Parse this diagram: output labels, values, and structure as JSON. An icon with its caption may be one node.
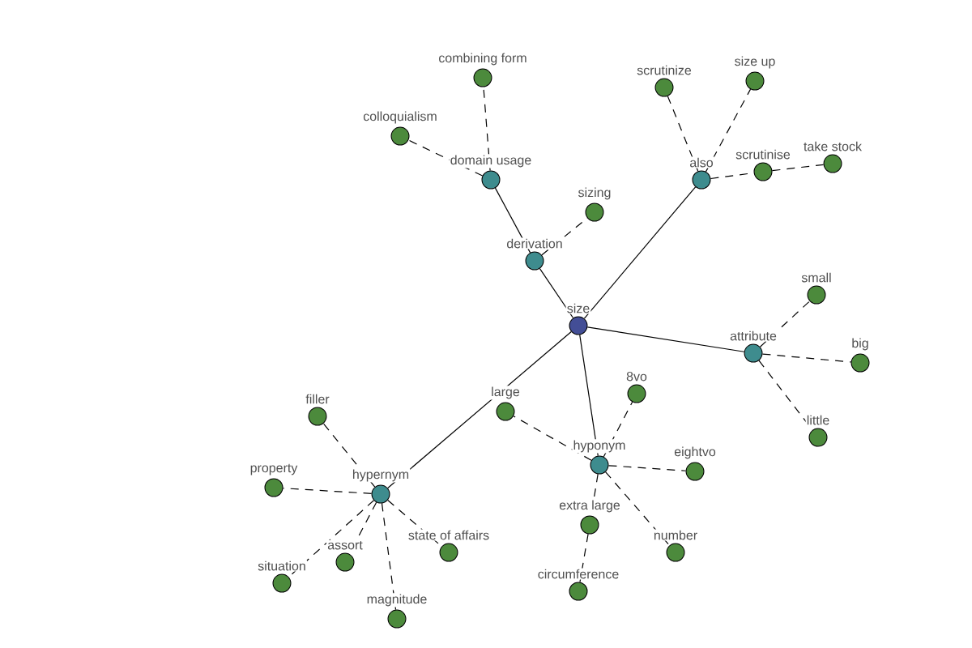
{
  "diagram": {
    "nodes": [
      {
        "text": [
          "size"
        ]
      },
      {
        "text": [
          "domain usage"
        ]
      },
      {
        "text": [
          "derivation"
        ]
      },
      {
        "text": [
          "also"
        ]
      },
      {
        "text": [
          "attribute"
        ]
      },
      {
        "text": [
          "hyponym"
        ]
      },
      {
        "text": [
          "hypernym"
        ]
      },
      {
        "text": [
          "combining form"
        ]
      },
      {
        "text": [
          "colloquialism"
        ]
      },
      {
        "text": [
          "sizing"
        ]
      },
      {
        "text": [
          "scrutinize"
        ]
      },
      {
        "text": [
          "size up"
        ]
      },
      {
        "text": [
          "scrutinise"
        ]
      },
      {
        "text": [
          "take stock"
        ]
      },
      {
        "text": [
          "small"
        ]
      },
      {
        "text": [
          "big"
        ]
      },
      {
        "text": [
          "little"
        ]
      },
      {
        "text": [
          "large"
        ]
      },
      {
        "text": [
          "8vo"
        ]
      },
      {
        "text": [
          "eightvo"
        ]
      },
      {
        "text": [
          "extra large"
        ]
      },
      {
        "text": [
          "number"
        ]
      },
      {
        "text": [
          "circumference"
        ]
      },
      {
        "text": [
          "filler"
        ]
      },
      {
        "text": [
          "property"
        ]
      },
      {
        "text": [
          "assort"
        ]
      },
      {
        "text": [
          "state of affairs"
        ]
      },
      {
        "text": [
          "situation"
        ]
      },
      {
        "text": [
          "magnitude"
        ]
      }
    ],
    "edges": [
      {
        "from": 2,
        "to": 1,
        "arrow": "none"
      },
      {
        "from": 0,
        "to": 2,
        "arrow": "none"
      },
      {
        "from": 0,
        "to": 3,
        "arrow": "none"
      },
      {
        "from": 0,
        "to": 4,
        "arrow": "none"
      },
      {
        "from": 0,
        "to": 5,
        "arrow": "none"
      },
      {
        "from": 0,
        "to": 6,
        "arrow": "none"
      },
      {
        "from": 1,
        "to": 7,
        "arrow": "none",
        "style": "dashed"
      },
      {
        "from": 1,
        "to": 8,
        "arrow": "none",
        "style": "dashed"
      },
      {
        "from": 2,
        "to": 9,
        "arrow": "none",
        "style": "dashed"
      },
      {
        "from": 3,
        "to": 10,
        "arrow": "none",
        "style": "dashed"
      },
      {
        "from": 3,
        "to": 11,
        "arrow": "none",
        "style": "dashed"
      },
      {
        "from": 3,
        "to": 12,
        "arrow": "none",
        "style": "dashed"
      },
      {
        "from": 12,
        "to": 13,
        "arrow": "none",
        "style": "dashed"
      },
      {
        "from": 4,
        "to": 14,
        "arrow": "none",
        "style": "dashed"
      },
      {
        "from": 4,
        "to": 15,
        "arrow": "none",
        "style": "dashed"
      },
      {
        "from": 4,
        "to": 16,
        "arrow": "none",
        "style": "dashed"
      },
      {
        "from": 5,
        "to": 17,
        "arrow": "none",
        "style": "dashed"
      },
      {
        "from": 5,
        "to": 18,
        "arrow": "none",
        "style": "dashed"
      },
      {
        "from": 5,
        "to": 19,
        "arrow": "none",
        "style": "dashed"
      },
      {
        "from": 5,
        "to": 20,
        "arrow": "none",
        "style": "dashed"
      },
      {
        "from": 5,
        "to": 21,
        "arrow": "none",
        "style": "dashed"
      },
      {
        "from": 20,
        "to": 22,
        "arrow": "none",
        "style": "dashed"
      },
      {
        "from": 6,
        "to": 23,
        "arrow": "none",
        "style": "dashed"
      },
      {
        "from": 6,
        "to": 24,
        "arrow": "none",
        "style": "dashed"
      },
      {
        "from": 6,
        "to": 25,
        "arrow": "none",
        "style": "dashed"
      },
      {
        "from": 6,
        "to": 26,
        "arrow": "none",
        "style": "dashed"
      },
      {
        "from": 6,
        "to": 27,
        "arrow": "none",
        "style": "dashed"
      },
      {
        "from": 6,
        "to": 28,
        "arrow": "none",
        "style": "dashed"
      }
    ]
  }
}
